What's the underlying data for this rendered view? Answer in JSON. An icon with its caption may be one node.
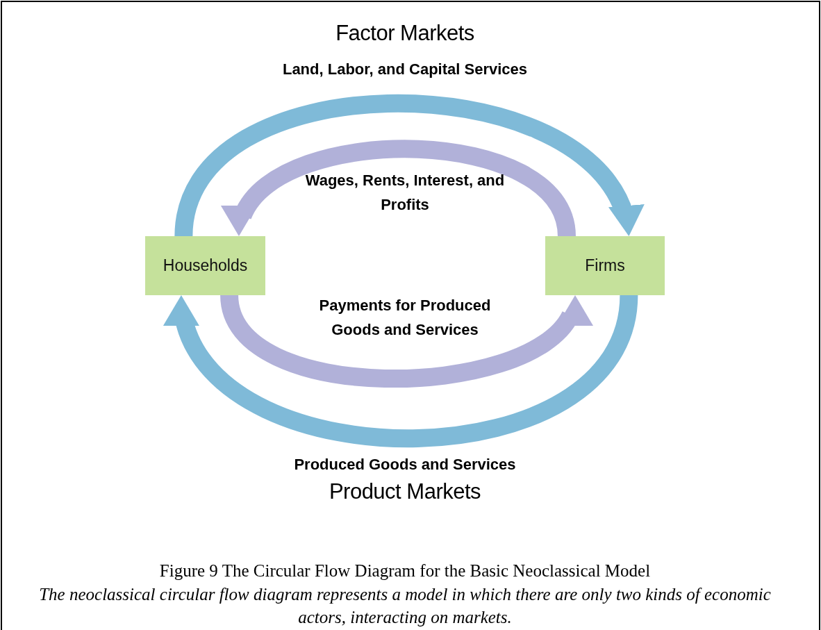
{
  "diagram": {
    "caption": "Figure 9 The Circular Flow Diagram for the Basic Neoclassical Model",
    "nodes": [
      {
        "text": [
          "Households"
        ]
      },
      {
        "text": [
          "Firms"
        ]
      }
    ],
    "edges": [
      {
        "from": 0,
        "to": 1,
        "arrow": "to",
        "label": "Land, Labor, and Capital Services",
        "color": "#7fbad8"
      },
      {
        "from": 1,
        "to": 0,
        "arrow": "to",
        "label": "Wages, Rents, Interest, and Profits",
        "color": "#b1b1d9"
      },
      {
        "from": 0,
        "to": 1,
        "arrow": "to",
        "label": "Payments for Produced Goods and Services",
        "color": "#b1b1d9"
      },
      {
        "from": 1,
        "to": 0,
        "arrow": "to",
        "label": "Produced Goods and Services",
        "color": "#7fbad8"
      }
    ],
    "labels": [
      "Factor Markets",
      "Product Markets",
      "The neoclassical circular flow diagram represents a model in which there are only two kinds of economic actors, interacting on markets."
    ]
  }
}
